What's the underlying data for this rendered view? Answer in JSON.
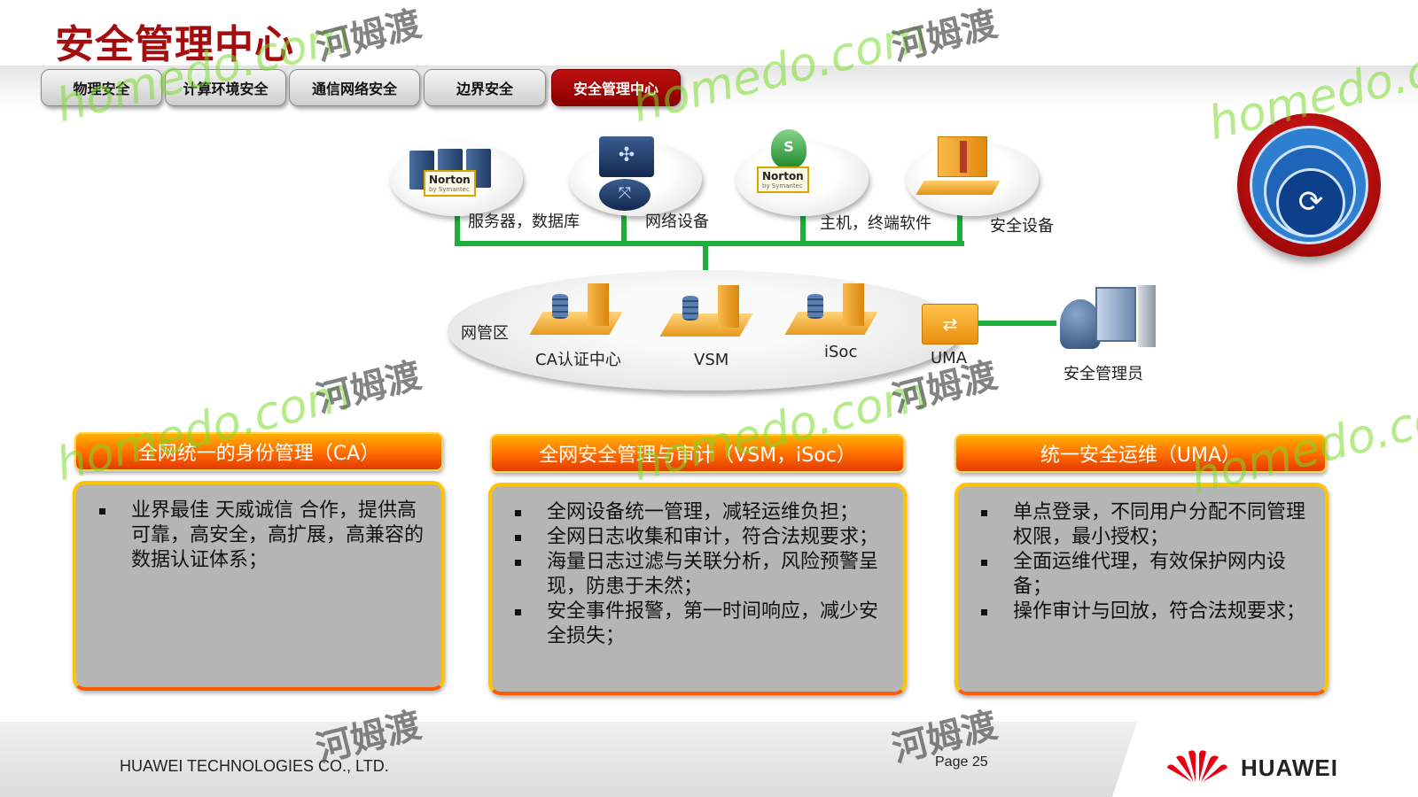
{
  "title": "安全管理中心",
  "tabs": [
    {
      "label": "物理安全"
    },
    {
      "label": "计算环境安全"
    },
    {
      "label": "通信网络安全"
    },
    {
      "label": "边界安全"
    },
    {
      "label": "安全管理中心",
      "active": true
    }
  ],
  "diagram": {
    "nodes": {
      "servers": "服务器，数据库",
      "network": "网络设备",
      "hosts": "主机，终端软件",
      "security": "安全设备"
    },
    "norton": {
      "brand": "Norton",
      "sub": "by Symantec"
    },
    "zone": "网管区",
    "zone_items": {
      "ca": "CA认证中心",
      "vsm": "VSM",
      "isoc": "iSoc",
      "uma": "UMA"
    },
    "admin": "安全管理员"
  },
  "boxes": [
    {
      "title": "全网统一的身份管理（CA）",
      "bullets": [
        "业界最佳 天威诚信 合作，提供高可靠，高安全，高扩展，高兼容的数据认证体系；"
      ]
    },
    {
      "title": "全网安全管理与审计（VSM，iSoc）",
      "bullets": [
        "全网设备统一管理，减轻运维负担；",
        "全网日志收集和审计，符合法规要求；",
        "海量日志过滤与关联分析，风险预警呈现，防患于未然；",
        "安全事件报警，第一时间响应，减少安全损失；"
      ]
    },
    {
      "title": "统一安全运维（UMA）",
      "bullets": [
        "单点登录，不同用户分配不同管理权限，最小授权；",
        "全面运维代理，有效保护网内设备；",
        "操作审计与回放，符合法规要求；"
      ]
    }
  ],
  "footer": {
    "company": "HUAWEI TECHNOLOGIES CO., LTD.",
    "page": "Page 25",
    "logo": "HUAWEI"
  },
  "watermark": {
    "site": "homedo.com",
    "name": "河姆渡"
  },
  "colors": {
    "title": "#a30d0d",
    "accent": "#ff6a00",
    "link_line": "#1fae3a"
  }
}
